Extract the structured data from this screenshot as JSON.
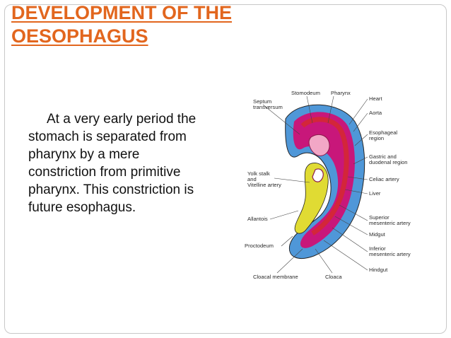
{
  "slide": {
    "title_line1": "DEVELOPMENT OF THE",
    "title_line2": "OESOPHAGUS",
    "body_lines": [
      "At a very early period the",
      "stomach is separated from",
      "pharynx by a mere",
      "constriction from primitive",
      "pharynx. This constriction is",
      "future esophagus."
    ]
  },
  "figure": {
    "labels": {
      "stomodeum": "Stomodeum",
      "pharynx": "Pharynx",
      "septum_line1": "Septum",
      "septum_line2": "transversum",
      "heart": "Heart",
      "aorta": "Aorta",
      "esophageal_line1": "Esophageal",
      "esophageal_line2": "region",
      "gastric_line1": "Gastric and",
      "gastric_line2": "duodenal region",
      "yolk_line1": "Yolk stalk",
      "yolk_line2": "and",
      "yolk_line3": "Vitelline artery",
      "celiac": "Celiac artery",
      "liver": "Liver",
      "allantois": "Allantois",
      "superior_line1": "Superior",
      "superior_line2": "mesenteric artery",
      "midgut": "Midgut",
      "proctodeum": "Proctodeum",
      "inferior_line1": "Inferior",
      "inferior_line2": "mesenteric artery",
      "hindgut": "Hindgut",
      "cloacal": "Cloacal membrane",
      "cloaca": "Cloaca"
    },
    "colors": {
      "outer_blue": "#4f97d8",
      "magenta": "#c8177a",
      "red": "#d3263a",
      "yellow": "#e0db33",
      "pink": "#f2a7c6"
    }
  }
}
